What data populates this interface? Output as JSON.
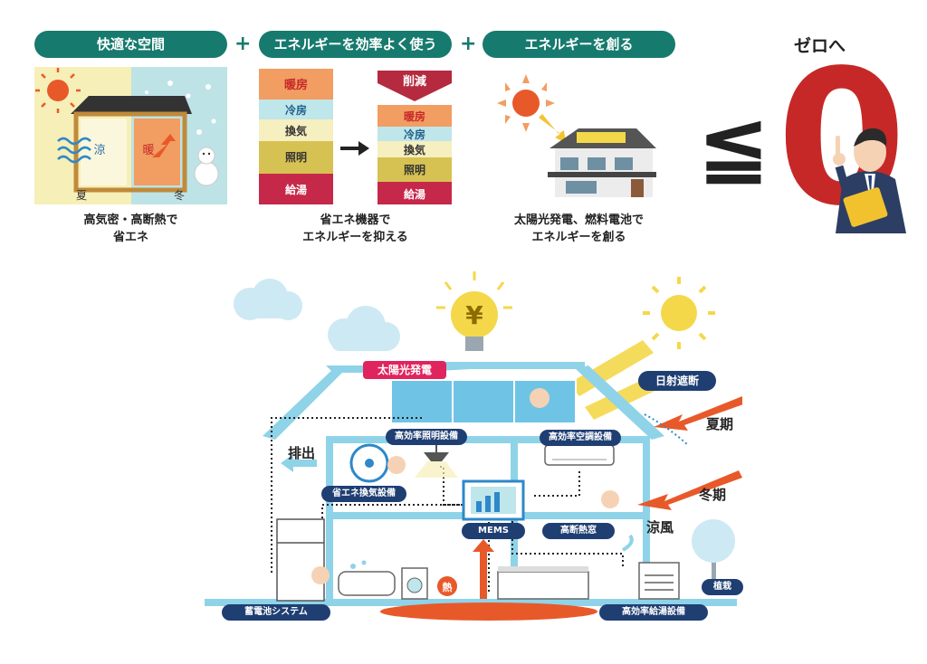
{
  "header": {
    "pill_comfort": "快適な空間",
    "pill_efficient": "エネルギーを効率よく使う",
    "pill_create": "エネルギーを創る",
    "plus": "+",
    "zero_title": "ゼロへ",
    "relation_symbol": "≦",
    "zero_digit": "0"
  },
  "panel_insulation": {
    "cool": "涼",
    "warm": "暖",
    "summer": "夏",
    "winter": "冬",
    "caption": "高気密・高断熱で\n省エネ"
  },
  "panel_efficiency": {
    "before": [
      "暖房",
      "冷房",
      "換気",
      "照明",
      "給湯"
    ],
    "reduction": "削減",
    "after": [
      "暖房",
      "冷房",
      "換気",
      "照明",
      "給湯"
    ],
    "caption": "省エネ機器で\nエネルギーを抑える"
  },
  "panel_create": {
    "caption": "太陽光発電、燃料電池で\nエネルギーを創る"
  },
  "house": {
    "solar_label": "太陽光発電",
    "shading_label": "日射遮断",
    "summer_label": "夏期",
    "winter_label": "冬期",
    "exhaust_label": "排出",
    "cool_breeze_label": "涼風",
    "heat_label": "熱",
    "yen_symbol": "¥",
    "tag_lighting": "高効率照明設備",
    "tag_aircon": "高効率空調設備",
    "tag_ventilation": "省エネ換気設備",
    "tag_mems": "MEMS",
    "tag_window": "高断熱窓",
    "tag_battery": "蓄電池システム",
    "tag_waterheater": "高効率給湯設備",
    "tag_planting": "植栽"
  },
  "colors": {
    "teal": "#177a6e",
    "navy": "#1f3f73",
    "red_zero": "#c62828",
    "solar_pink": "#e0245e",
    "arrow_orange": "#e8592a",
    "sun_yellow": "#f4d84a",
    "house_blue": "#8fd3e8"
  }
}
